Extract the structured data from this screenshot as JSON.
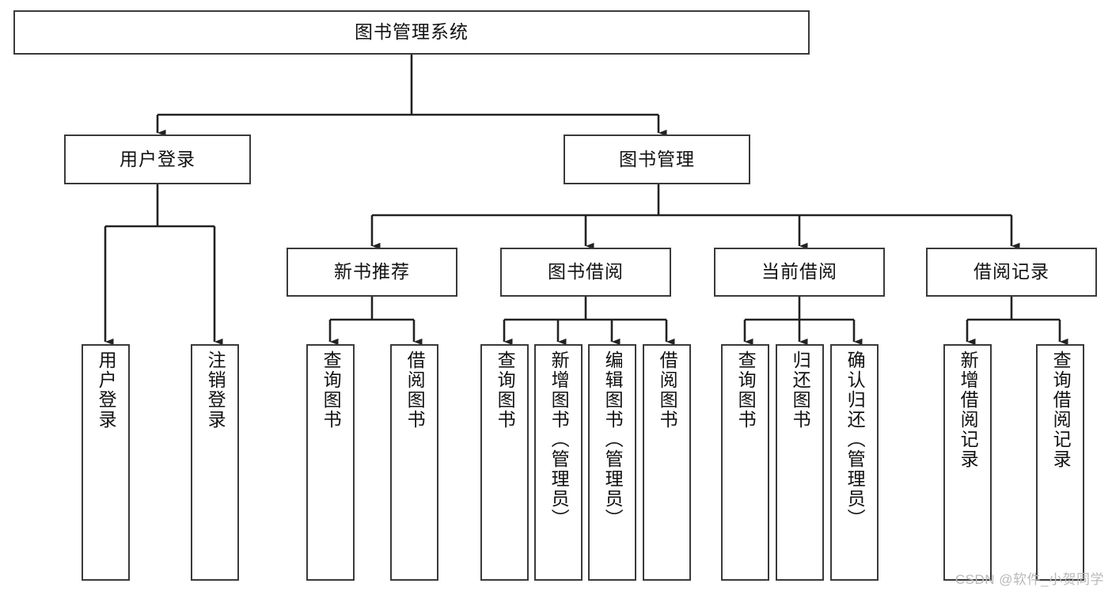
{
  "diagram": {
    "type": "tree",
    "title": "图书管理系统",
    "orientation": "top-down",
    "style": {
      "box_fill": "#ffffff",
      "box_stroke": "#3a3a3a",
      "edge_stroke": "#222222",
      "text_color": "#111111",
      "background": "#ffffff"
    },
    "root": {
      "label": "图书管理系统"
    },
    "level2": [
      {
        "label": "用户登录"
      },
      {
        "label": "图书管理"
      }
    ],
    "level3": [
      {
        "label": "新书推荐"
      },
      {
        "label": "图书借阅"
      },
      {
        "label": "当前借阅"
      },
      {
        "label": "借阅记录"
      }
    ],
    "leaves": {
      "user_login": [
        {
          "label": "用户登录"
        },
        {
          "label": "注销登录"
        }
      ],
      "new_book": [
        {
          "label": "查询图书"
        },
        {
          "label": "借阅图书"
        }
      ],
      "book_borrow": [
        {
          "label": "查询图书"
        },
        {
          "label": "新增图书（管理员）"
        },
        {
          "label": "编辑图书（管理员）"
        },
        {
          "label": "借阅图书"
        }
      ],
      "current_borrow": [
        {
          "label": "查询图书"
        },
        {
          "label": "归还图书"
        },
        {
          "label": "确认归还（管理员）"
        }
      ],
      "borrow_record": [
        {
          "label": "新增借阅记录"
        },
        {
          "label": "查询借阅记录"
        }
      ]
    }
  },
  "watermark": {
    "text": "CSDN @软件_小贺同学"
  }
}
